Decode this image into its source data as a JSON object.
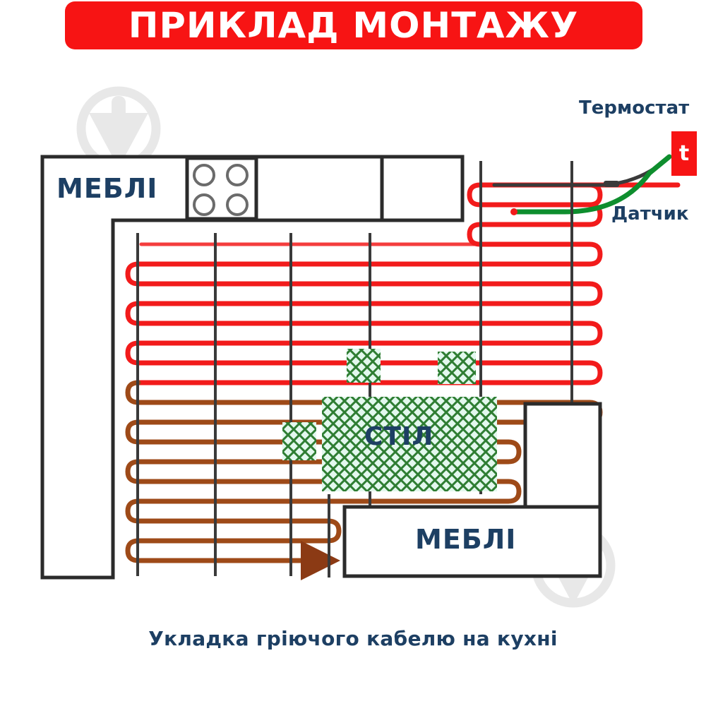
{
  "banner": {
    "title": "ПРИКЛАД МОНТАЖУ",
    "bg_color": "#F71414",
    "text_color": "#FFFFFF"
  },
  "caption": {
    "text": "Укладка гріючого кабелю на кухні",
    "color": "#1D3F63"
  },
  "labels": {
    "furniture_top": "МЕБЛІ",
    "furniture_bottom": "МЕБЛІ",
    "table": "СТІЛ",
    "thermostat": "Термостат",
    "sensor": "Датчик",
    "thermostat_icon_text": "t"
  },
  "colors": {
    "cable_red": "#F21B1B",
    "cable_dark_red": "#9E4A18",
    "sensor_green": "#0E8E2E",
    "power_lead": "#333333",
    "label_blue": "#1D3F63",
    "wall_outline": "#2B2B2B",
    "tile_line": "#3A3A3A",
    "hatch_green": "#2E7D32",
    "hatch_fill": "#E3F8EE",
    "watermark": "#E4E4E4"
  },
  "diagram": {
    "type": "floor-plan",
    "description": "Kitchen floor plan showing serpentine heating-cable layout with furniture exclusion zones",
    "elements": [
      {
        "name": "furniture-top-left",
        "kind": "furniture",
        "label": "МЕБЛІ"
      },
      {
        "name": "stove",
        "kind": "appliance",
        "burners": 4
      },
      {
        "name": "sink-unit",
        "kind": "appliance"
      },
      {
        "name": "furniture-bottom-right",
        "kind": "furniture",
        "label": "МЕБЛІ"
      },
      {
        "name": "dining-table",
        "kind": "table",
        "label": "СТІЛ"
      },
      {
        "name": "chair-leg-1",
        "kind": "chair-leg"
      },
      {
        "name": "chair-leg-2",
        "kind": "chair-leg"
      },
      {
        "name": "chair-leg-3",
        "kind": "chair-leg"
      },
      {
        "name": "heating-cable",
        "kind": "cable",
        "pattern": "serpentine"
      },
      {
        "name": "temperature-sensor",
        "kind": "sensor",
        "label": "Датчик"
      },
      {
        "name": "thermostat",
        "kind": "thermostat",
        "label": "Термостат"
      }
    ]
  }
}
